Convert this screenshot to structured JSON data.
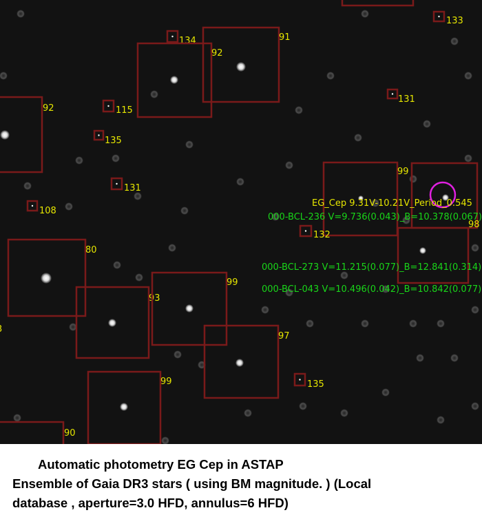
{
  "image": {
    "colors": {
      "box": "#7a1a1a",
      "label": "#e6e600",
      "comparison_text": "#19d619",
      "variable_circle": "#e020e0"
    },
    "box_labels": [
      "133",
      "134",
      "92",
      "91",
      "131",
      "92",
      "115",
      "135",
      "131",
      "108",
      "99",
      "98",
      "132",
      "80",
      "93",
      "99",
      "97",
      "135",
      "99",
      "90",
      "3"
    ],
    "variable_label": "EG_Cep 9.31V-10.21V_Period_0.545",
    "comparison_stars": [
      "000-BCL-236 V=9.736(0.043)_B=10.378(0.067)",
      "000-BCL-273 V=11.215(0.077)_B=12.841(0.314)",
      "000-BCL-043 V=10.496(0.042)_B=10.842(0.077)"
    ]
  },
  "caption": {
    "line1": "Automatic photometry EG Cep in ASTAP",
    "line2": "Ensemble of Gaia DR3 stars ( using BM magnitude. )  (Local",
    "line3": "database , aperture=3.0 HFD, annulus=6 HFD)"
  }
}
